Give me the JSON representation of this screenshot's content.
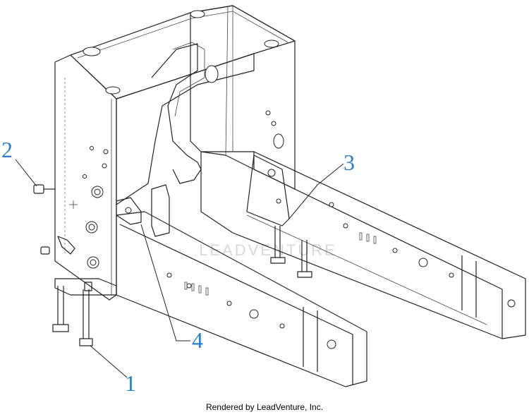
{
  "callouts": [
    {
      "id": "1",
      "label": "1"
    },
    {
      "id": "2",
      "label": "2"
    },
    {
      "id": "3",
      "label": "3"
    },
    {
      "id": "4",
      "label": "4"
    }
  ],
  "watermark": "LEADVENTURE",
  "footer": "Rendered by LeadVenture, Inc.",
  "colors": {
    "callout": "#2f7fc8",
    "line": "#222222"
  }
}
